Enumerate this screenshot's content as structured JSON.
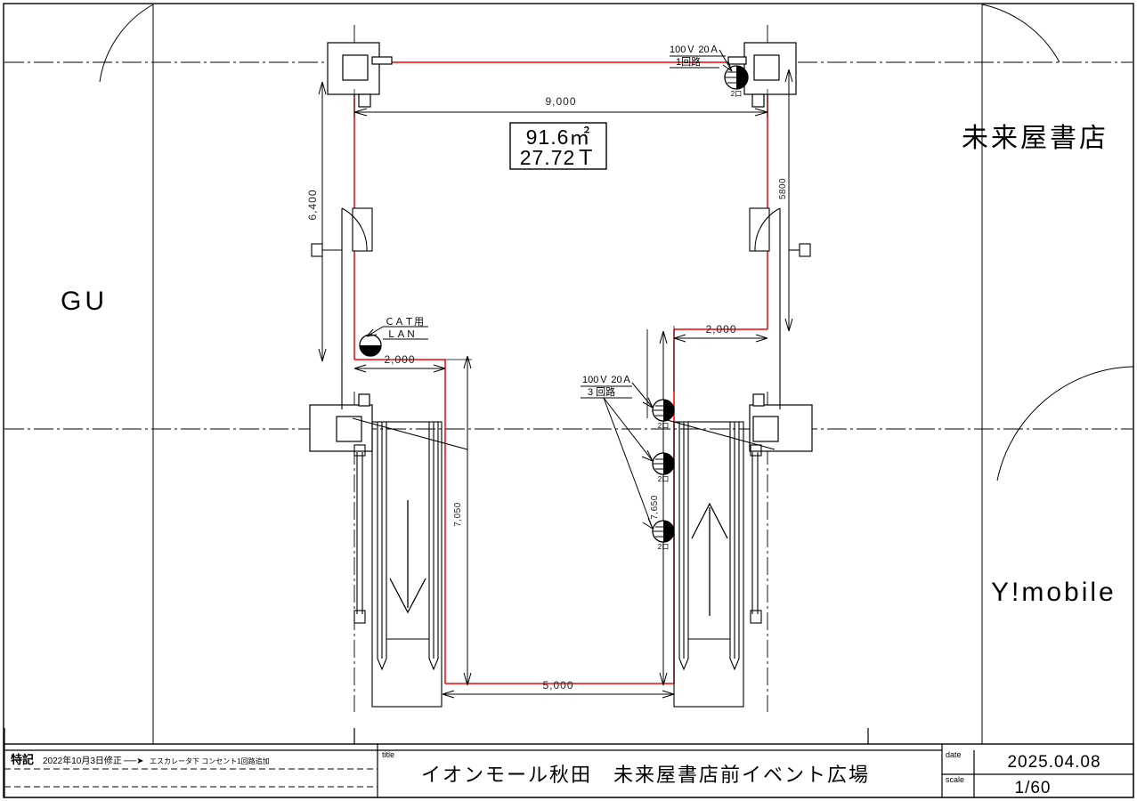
{
  "drawing": {
    "type": "cad-floor-plan",
    "area_box": {
      "area": "91.6㎡",
      "load": "27.72Ｔ"
    },
    "stores": {
      "left": "GU",
      "top_right": "未来屋書店",
      "bottom_right": "Y!mobile"
    },
    "dimensions": {
      "top_width": "9,000",
      "left_height": "6,400",
      "right_height": "5800",
      "left_offset": "2,000",
      "right_offset": "2,000",
      "left_depth": "7,050",
      "right_depth": "7,650",
      "bottom_width": "5,000"
    },
    "annotations": {
      "power_top": {
        "line1": "100Ｖ 20Ａ",
        "line2": "1回路"
      },
      "power_bottom": {
        "line1": "100Ｖ 20Ａ",
        "line2": "3 回路"
      },
      "lan": {
        "line1": "ＣＡＴ用",
        "line2": "ＬＡＮ"
      },
      "outlet_mark": "2口"
    },
    "escalators": {
      "left_direction": "down",
      "right_direction": "up"
    }
  },
  "title_block": {
    "remark_label": "特記",
    "remark_text": "2022年10月3日修正",
    "remark_arrow": "──➤",
    "remark_text2": "エスカレータ下 コンセント1回路追加",
    "title_label": "title",
    "title_value": "イオンモール秋田　未来屋書店前イベント広場",
    "date_label": "date",
    "date_value": "2025.04.08",
    "scale_label": "scale",
    "scale_value": "1/60"
  },
  "colors": {
    "outline_red": "#ff0000",
    "line_black": "#000000",
    "text_dim": "#222222"
  }
}
